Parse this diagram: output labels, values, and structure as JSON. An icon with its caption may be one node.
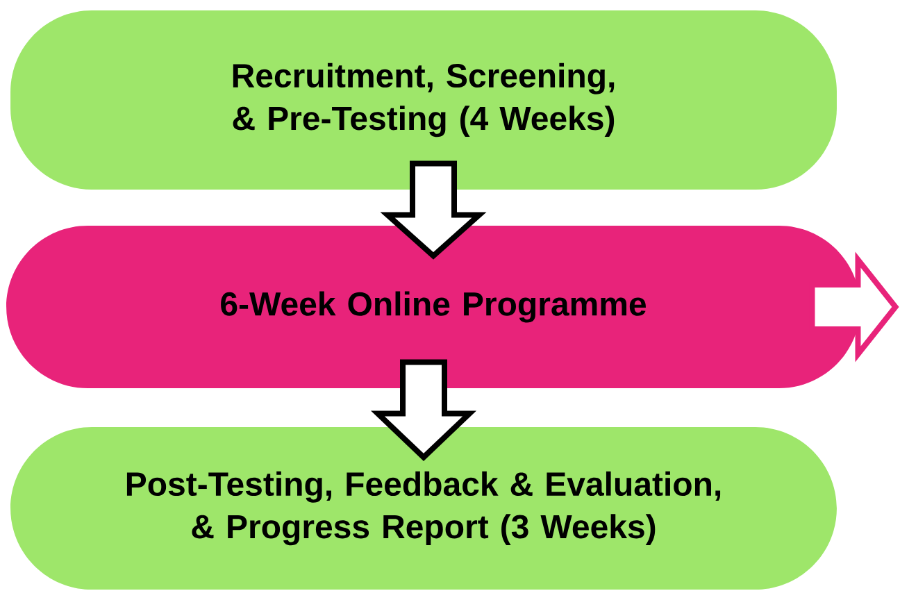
{
  "diagram": {
    "nodes": [
      {
        "text": [
          "Recruitment, Screening, & Pre-Testing (4 Weeks)"
        ]
      },
      {
        "text": [
          "6-Week Online Programme"
        ]
      },
      {
        "text": [
          "Post-Testing, Feedback & Evaluation, & Progress Report (3 Weeks)"
        ]
      }
    ],
    "edges": [
      {
        "from": 0,
        "to": 1,
        "arrow": "to"
      },
      {
        "from": 1,
        "to": 2,
        "arrow": "to"
      },
      {
        "from": 1,
        "to": null,
        "arrow": "to",
        "color": "#e8237a"
      }
    ]
  }
}
